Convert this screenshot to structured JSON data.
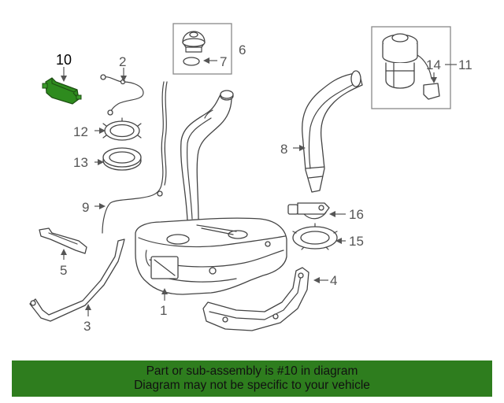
{
  "callouts": [
    {
      "label": "1"
    },
    {
      "label": "2"
    },
    {
      "label": "3"
    },
    {
      "label": "4"
    },
    {
      "label": "5"
    },
    {
      "label": "6"
    },
    {
      "label": "7"
    },
    {
      "label": "8"
    },
    {
      "label": "9"
    },
    {
      "label": "10"
    },
    {
      "label": "11"
    },
    {
      "label": "12"
    },
    {
      "label": "13"
    },
    {
      "label": "14"
    },
    {
      "label": "15"
    },
    {
      "label": "16"
    }
  ],
  "highlight": {
    "part": "10",
    "color": "#2e8b1e"
  },
  "banner": {
    "line1": "Part or sub-assembly is #10 in diagram",
    "line2": "Diagram may not be specific to your vehicle",
    "color": "#2e7d1e"
  }
}
